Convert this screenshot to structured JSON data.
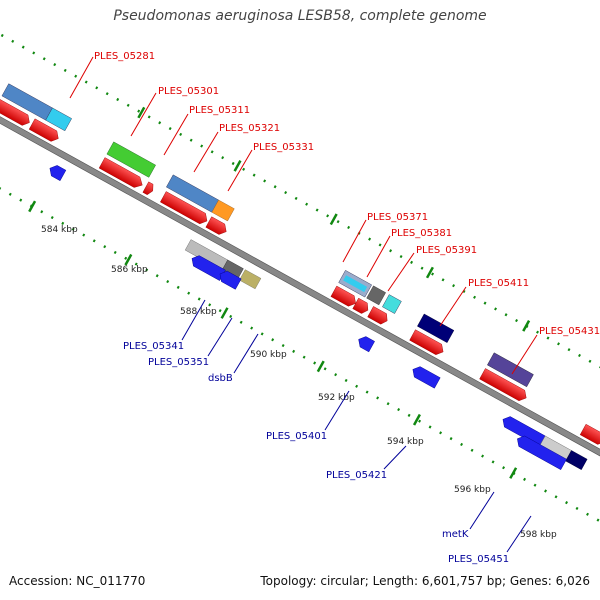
{
  "title": "Pseudomonas aeruginosa LESB58, complete genome",
  "accession": "Accession: NC_011770",
  "topology": "Topology: circular; Length: 6,601,757 bp; Genes: 6,026",
  "colors": {
    "label_top": "#dd0000",
    "label_bottom": "#000099",
    "backbone": "#888888",
    "ticks": "#118811"
  },
  "kbp_labels": [
    "584 kbp",
    "586 kbp",
    "588 kbp",
    "590 kbp",
    "592 kbp",
    "594 kbp",
    "596 kbp",
    "598 kbp"
  ],
  "genes_top": [
    {
      "label": "PLES_05281"
    },
    {
      "label": "PLES_05301"
    },
    {
      "label": "PLES_05311"
    },
    {
      "label": "PLES_05321"
    },
    {
      "label": "PLES_05331"
    },
    {
      "label": "PLES_05371"
    },
    {
      "label": "PLES_05381"
    },
    {
      "label": "PLES_05391"
    },
    {
      "label": "PLES_05411"
    },
    {
      "label": "PLES_05431"
    }
  ],
  "genes_bottom": [
    {
      "label": "PLES_05341"
    },
    {
      "label": "PLES_05351"
    },
    {
      "label": "dsbB"
    },
    {
      "label": "PLES_05401"
    },
    {
      "label": "PLES_05421"
    },
    {
      "label": "metK"
    },
    {
      "label": "PLES_05451"
    }
  ]
}
